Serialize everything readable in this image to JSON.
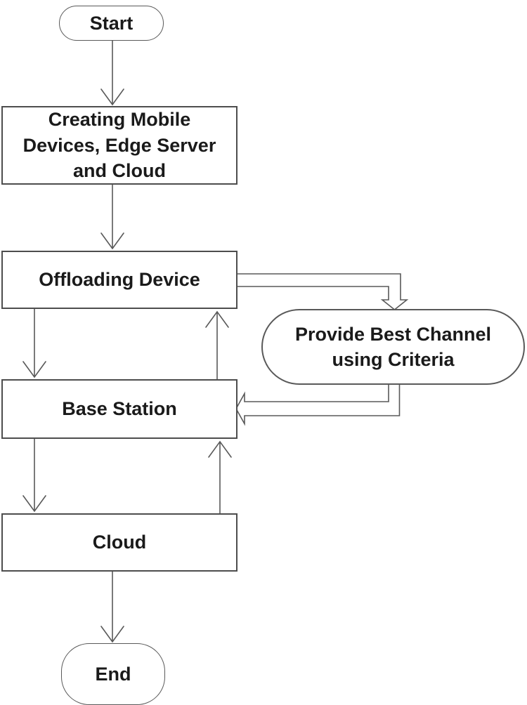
{
  "figure": {
    "type": "flowchart",
    "background": "#ffffff",
    "connector_color": "#595959",
    "box_border_color": "#4d4d4d",
    "text_color": "#1a1a1a",
    "nodes": [
      {
        "id": "start",
        "shape": "terminator",
        "label": "Start"
      },
      {
        "id": "creating",
        "shape": "process",
        "label": "Creating Mobile Devices, Edge Server and Cloud"
      },
      {
        "id": "offloading-device",
        "shape": "process",
        "label": "Offloading Device"
      },
      {
        "id": "provide-best-channel",
        "shape": "terminator",
        "label": "Provide Best Channel using Criteria"
      },
      {
        "id": "base-station",
        "shape": "process",
        "label": "Base Station"
      },
      {
        "id": "cloud",
        "shape": "process",
        "label": "Cloud"
      },
      {
        "id": "end",
        "shape": "terminator",
        "label": "End"
      }
    ],
    "edges": [
      {
        "from": "start",
        "to": "creating",
        "style": "open-arrow"
      },
      {
        "from": "creating",
        "to": "offloading-device",
        "style": "open-arrow"
      },
      {
        "from": "offloading-device",
        "to": "base-station",
        "style": "open-arrow"
      },
      {
        "from": "base-station",
        "to": "offloading-device",
        "style": "open-arrow"
      },
      {
        "from": "offloading-device",
        "to": "provide-best-channel",
        "style": "outlined-block-elbow-arrow"
      },
      {
        "from": "provide-best-channel",
        "to": "base-station",
        "style": "outlined-block-elbow-arrow"
      },
      {
        "from": "base-station",
        "to": "cloud",
        "style": "open-arrow"
      },
      {
        "from": "cloud",
        "to": "base-station",
        "style": "open-arrow"
      },
      {
        "from": "cloud",
        "to": "end",
        "style": "open-arrow"
      }
    ]
  }
}
